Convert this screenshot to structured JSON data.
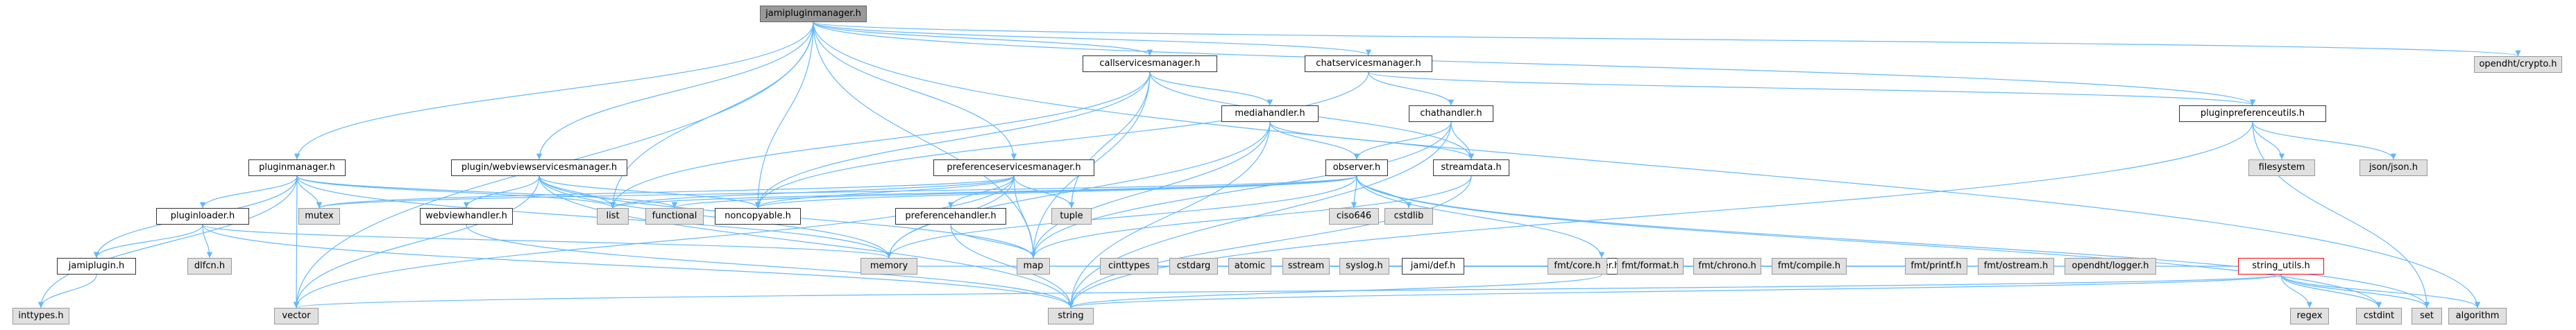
{
  "graph": {
    "edge_color": "#63b8ff",
    "nodes": [
      {
        "id": "root",
        "label": "jamipluginmanager.h",
        "kind": "root"
      },
      {
        "id": "pm",
        "label": "pluginmanager.h",
        "kind": "doc"
      },
      {
        "id": "wvsm",
        "label": "plugin/webviewservicesmanager.h",
        "kind": "doc"
      },
      {
        "id": "csm",
        "label": "callservicesmanager.h",
        "kind": "doc"
      },
      {
        "id": "chsm",
        "label": "chatservicesmanager.h",
        "kind": "doc"
      },
      {
        "id": "mh",
        "label": "mediahandler.h",
        "kind": "doc"
      },
      {
        "id": "ch",
        "label": "chathandler.h",
        "kind": "doc"
      },
      {
        "id": "psm",
        "label": "preferenceservicesmanager.h",
        "kind": "doc"
      },
      {
        "id": "obs",
        "label": "observer.h",
        "kind": "doc"
      },
      {
        "id": "sd",
        "label": "streamdata.h",
        "kind": "doc"
      },
      {
        "id": "ppu",
        "label": "pluginpreferenceutils.h",
        "kind": "doc"
      },
      {
        "id": "crypto",
        "label": "opendht/crypto.h",
        "kind": "ext"
      },
      {
        "id": "pl",
        "label": "pluginloader.h",
        "kind": "doc"
      },
      {
        "id": "wvh",
        "label": "webviewhandler.h",
        "kind": "doc"
      },
      {
        "id": "ph",
        "label": "preferencehandler.h",
        "kind": "doc"
      },
      {
        "id": "jp",
        "label": "jamiplugin.h",
        "kind": "doc"
      },
      {
        "id": "logger",
        "label": "logger.h",
        "kind": "doc"
      },
      {
        "id": "su",
        "label": "string_utils.h",
        "kind": "red"
      },
      {
        "id": "mutex",
        "label": "mutex",
        "kind": "ext"
      },
      {
        "id": "list",
        "label": "list",
        "kind": "ext"
      },
      {
        "id": "functional",
        "label": "functional",
        "kind": "ext"
      },
      {
        "id": "noncopyable",
        "label": "noncopyable.h",
        "kind": "doc"
      },
      {
        "id": "tuple",
        "label": "tuple",
        "kind": "ext"
      },
      {
        "id": "iso",
        "label": "ciso646",
        "kind": "ext"
      },
      {
        "id": "cstdlib",
        "label": "cstdlib",
        "kind": "ext"
      },
      {
        "id": "filesystem",
        "label": "filesystem",
        "kind": "ext"
      },
      {
        "id": "json",
        "label": "json/json.h",
        "kind": "ext"
      },
      {
        "id": "dlfcn",
        "label": "dlfcn.h",
        "kind": "ext"
      },
      {
        "id": "memory",
        "label": "memory",
        "kind": "ext"
      },
      {
        "id": "map",
        "label": "map",
        "kind": "ext"
      },
      {
        "id": "cinttypes",
        "label": "cinttypes",
        "kind": "ext"
      },
      {
        "id": "cstdarg",
        "label": "cstdarg",
        "kind": "ext"
      },
      {
        "id": "atomic",
        "label": "atomic",
        "kind": "ext"
      },
      {
        "id": "sstream",
        "label": "sstream",
        "kind": "ext"
      },
      {
        "id": "syslog",
        "label": "syslog.h",
        "kind": "ext"
      },
      {
        "id": "jamidef",
        "label": "jami/def.h",
        "kind": "doc"
      },
      {
        "id": "fmtcore",
        "label": "fmt/core.h",
        "kind": "ext"
      },
      {
        "id": "fmtformat",
        "label": "fmt/format.h",
        "kind": "ext"
      },
      {
        "id": "fmtchrono",
        "label": "fmt/chrono.h",
        "kind": "ext"
      },
      {
        "id": "fmtcompile",
        "label": "fmt/compile.h",
        "kind": "ext"
      },
      {
        "id": "fmtprintf",
        "label": "fmt/printf.h",
        "kind": "ext"
      },
      {
        "id": "fmtostream",
        "label": "fmt/ostream.h",
        "kind": "ext"
      },
      {
        "id": "odlogger",
        "label": "opendht/logger.h",
        "kind": "ext"
      },
      {
        "id": "inttypes",
        "label": "inttypes.h",
        "kind": "ext"
      },
      {
        "id": "vector",
        "label": "vector",
        "kind": "ext"
      },
      {
        "id": "string",
        "label": "string",
        "kind": "ext"
      },
      {
        "id": "regex",
        "label": "regex",
        "kind": "ext"
      },
      {
        "id": "cstdint",
        "label": "cstdint",
        "kind": "ext"
      },
      {
        "id": "set",
        "label": "set",
        "kind": "ext"
      },
      {
        "id": "algorithm",
        "label": "algorithm",
        "kind": "ext"
      }
    ],
    "edges": [
      [
        "root",
        "pm"
      ],
      [
        "root",
        "wvsm"
      ],
      [
        "root",
        "csm"
      ],
      [
        "root",
        "chsm"
      ],
      [
        "root",
        "ppu"
      ],
      [
        "root",
        "crypto"
      ],
      [
        "root",
        "list"
      ],
      [
        "root",
        "noncopyable"
      ],
      [
        "root",
        "psm"
      ],
      [
        "root",
        "vector"
      ],
      [
        "root",
        "algorithm"
      ],
      [
        "root",
        "map"
      ],
      [
        "pm",
        "pl"
      ],
      [
        "pm",
        "jp"
      ],
      [
        "pm",
        "mutex"
      ],
      [
        "pm",
        "list"
      ],
      [
        "pm",
        "functional"
      ],
      [
        "pm",
        "memory"
      ],
      [
        "pm",
        "vector"
      ],
      [
        "pm",
        "inttypes"
      ],
      [
        "pl",
        "jp"
      ],
      [
        "pl",
        "dlfcn"
      ],
      [
        "pl",
        "memory"
      ],
      [
        "pl",
        "string"
      ],
      [
        "jp",
        "inttypes"
      ],
      [
        "wvsm",
        "wvh"
      ],
      [
        "wvsm",
        "list"
      ],
      [
        "wvsm",
        "noncopyable"
      ],
      [
        "wvsm",
        "map"
      ],
      [
        "wvsm",
        "string"
      ],
      [
        "wvsm",
        "vector"
      ],
      [
        "wvsm",
        "memory"
      ],
      [
        "wvh",
        "string"
      ],
      [
        "csm",
        "mh"
      ],
      [
        "csm",
        "sd"
      ],
      [
        "csm",
        "noncopyable"
      ],
      [
        "csm",
        "list"
      ],
      [
        "csm",
        "map"
      ],
      [
        "csm",
        "tuple"
      ],
      [
        "chsm",
        "ch"
      ],
      [
        "chsm",
        "ppu"
      ],
      [
        "chsm",
        "noncopyable"
      ],
      [
        "mh",
        "obs"
      ],
      [
        "mh",
        "sd"
      ],
      [
        "mh",
        "memory"
      ],
      [
        "mh",
        "map"
      ],
      [
        "mh",
        "string"
      ],
      [
        "ch",
        "obs"
      ],
      [
        "ch",
        "sd"
      ],
      [
        "ch",
        "map"
      ],
      [
        "ch",
        "string"
      ],
      [
        "psm",
        "ph"
      ],
      [
        "psm",
        "noncopyable"
      ],
      [
        "psm",
        "list"
      ],
      [
        "psm",
        "map"
      ],
      [
        "psm",
        "tuple"
      ],
      [
        "psm",
        "memory"
      ],
      [
        "psm",
        "vector"
      ],
      [
        "psm",
        "mutex"
      ],
      [
        "ph",
        "map"
      ],
      [
        "ph",
        "string"
      ],
      [
        "obs",
        "mutex"
      ],
      [
        "obs",
        "functional"
      ],
      [
        "obs",
        "list"
      ],
      [
        "obs",
        "noncopyable"
      ],
      [
        "obs",
        "iso"
      ],
      [
        "obs",
        "cstdlib"
      ],
      [
        "obs",
        "logger"
      ],
      [
        "obs",
        "memory"
      ],
      [
        "obs",
        "set"
      ],
      [
        "obs",
        "cstdint"
      ],
      [
        "sd",
        "map"
      ],
      [
        "sd",
        "string"
      ],
      [
        "ppu",
        "filesystem"
      ],
      [
        "ppu",
        "json"
      ],
      [
        "ppu",
        "string"
      ],
      [
        "ppu",
        "set"
      ],
      [
        "logger",
        "map"
      ],
      [
        "logger",
        "memory"
      ],
      [
        "logger",
        "cinttypes"
      ],
      [
        "logger",
        "cstdarg"
      ],
      [
        "logger",
        "atomic"
      ],
      [
        "logger",
        "sstream"
      ],
      [
        "logger",
        "syslog"
      ],
      [
        "logger",
        "jamidef"
      ],
      [
        "logger",
        "fmtcore"
      ],
      [
        "logger",
        "fmtformat"
      ],
      [
        "logger",
        "fmtchrono"
      ],
      [
        "logger",
        "fmtcompile"
      ],
      [
        "logger",
        "fmtprintf"
      ],
      [
        "logger",
        "fmtostream"
      ],
      [
        "logger",
        "odlogger"
      ],
      [
        "logger",
        "su"
      ],
      [
        "logger",
        "string"
      ],
      [
        "su",
        "string"
      ],
      [
        "su",
        "vector"
      ],
      [
        "su",
        "regex"
      ],
      [
        "su",
        "cstdint"
      ],
      [
        "su",
        "set"
      ],
      [
        "su",
        "algorithm"
      ]
    ]
  }
}
